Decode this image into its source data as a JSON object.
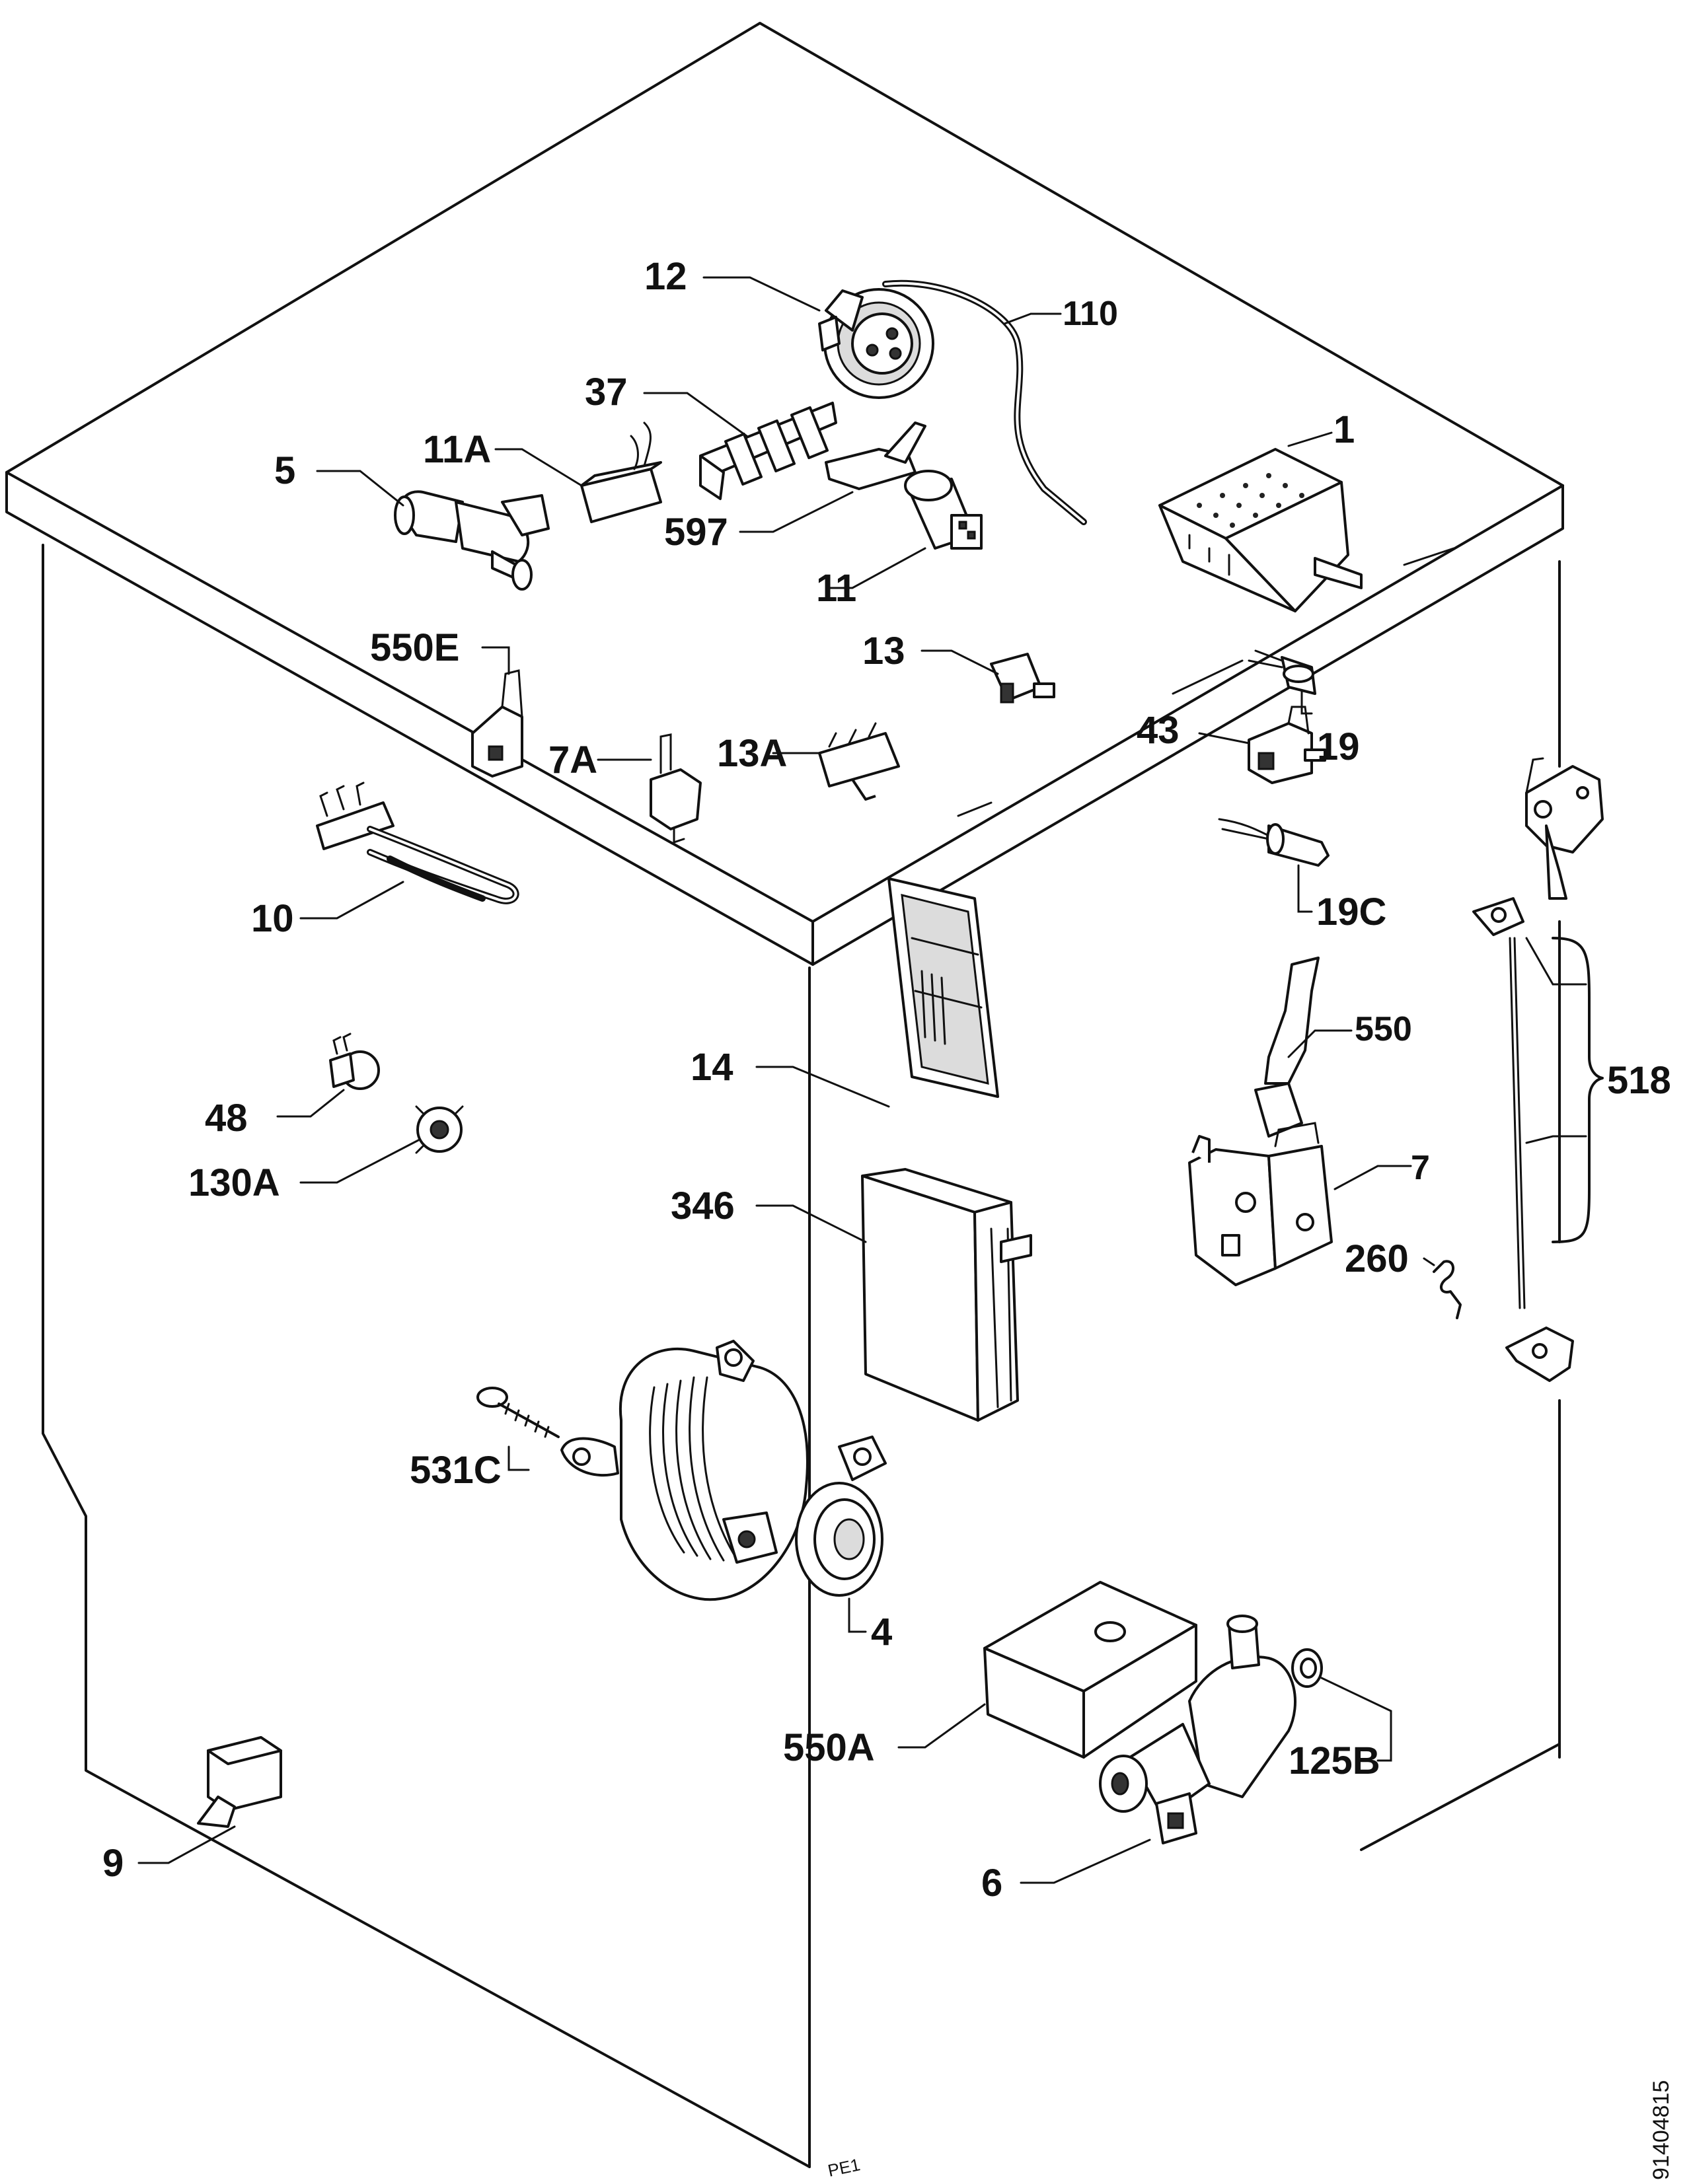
{
  "diagram": {
    "labels": {
      "p1": "1",
      "p4": "4",
      "p5": "5",
      "p6": "6",
      "p7": "7",
      "p7a": "7A",
      "p9": "9",
      "p10": "10",
      "p11": "11",
      "p11a": "11A",
      "p12": "12",
      "p13": "13",
      "p13a": "13A",
      "p14": "14",
      "p19": "19",
      "p19c": "19C",
      "p37": "37",
      "p43": "43",
      "p48": "48",
      "p110": "110",
      "p125b": "125B",
      "p130a": "130A",
      "p260": "260",
      "p346": "346",
      "p518": "518",
      "p531c": "531C",
      "p550": "550",
      "p550a": "550A",
      "p550e": "550E",
      "p597": "597"
    },
    "drawing_number": "91404815",
    "corner_mark": "PE1"
  }
}
